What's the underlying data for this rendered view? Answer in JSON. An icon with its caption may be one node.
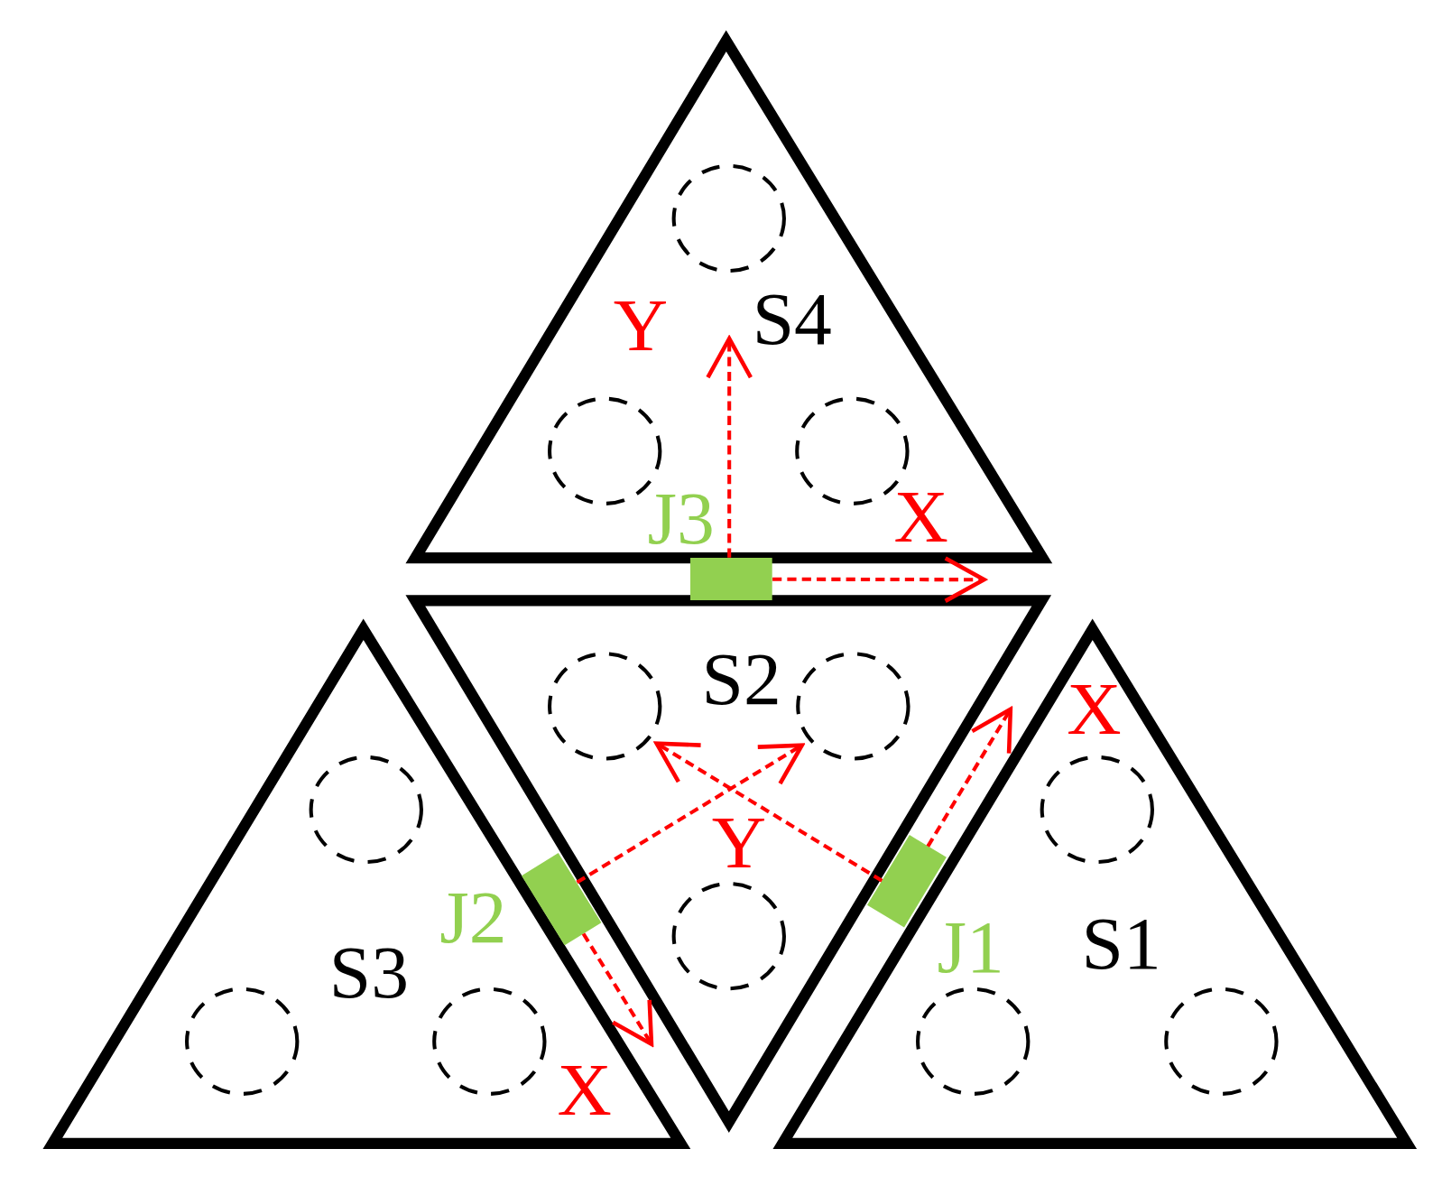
{
  "diagram": {
    "nodes": [
      {
        "text": [
          "S4"
        ]
      },
      {
        "text": [],
        "shape": "box",
        "beside": [
          "J3"
        ]
      },
      {
        "text": [
          "S3"
        ]
      },
      {
        "text": [
          "S2"
        ]
      },
      {
        "text": [
          "S1"
        ]
      },
      {
        "text": [],
        "shape": "box",
        "beside": [
          "J2"
        ]
      },
      {
        "text": [],
        "shape": "box",
        "beside": [
          "J1"
        ]
      }
    ],
    "edges": [
      {
        "from": 1,
        "to": 0,
        "arrow": "to",
        "style": "dashed",
        "color": "#ff0000"
      },
      {
        "from": 1,
        "to": 0,
        "arrow": "to",
        "style": "dashed",
        "color": "#ff0000"
      },
      {
        "from": 5,
        "to": 3,
        "arrow": "to",
        "style": "dashed",
        "color": "#ff0000"
      },
      {
        "from": 5,
        "to": 2,
        "arrow": "to",
        "style": "dashed",
        "color": "#ff0000"
      },
      {
        "from": 6,
        "to": 3,
        "arrow": "to",
        "style": "dashed",
        "color": "#ff0000"
      },
      {
        "from": 6,
        "to": 4,
        "arrow": "to",
        "style": "dashed",
        "color": "#ff0000"
      }
    ],
    "labels": [
      "Y",
      "X",
      "X",
      "Y",
      "X"
    ]
  }
}
